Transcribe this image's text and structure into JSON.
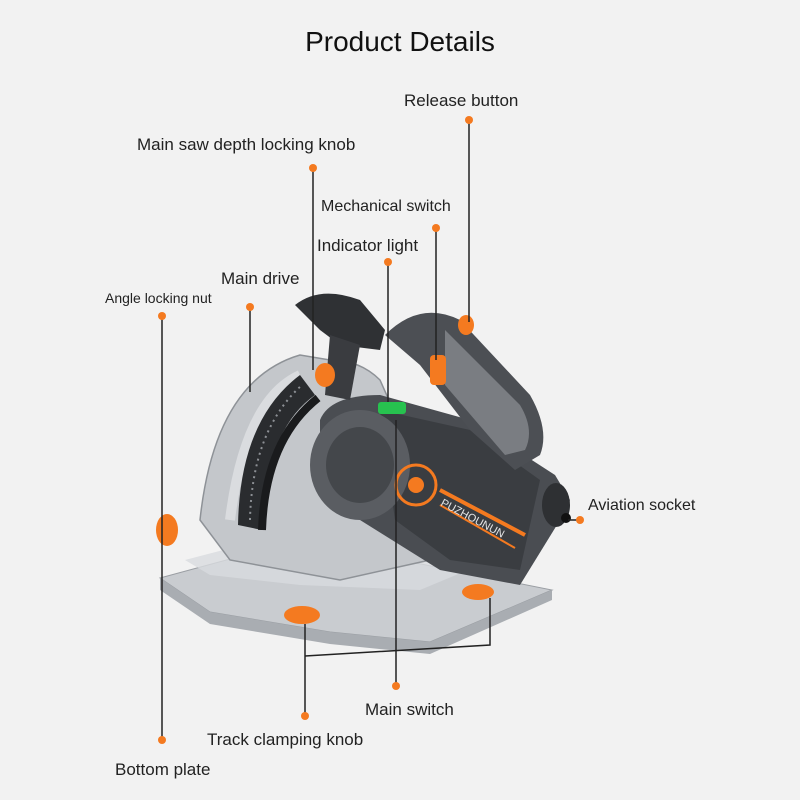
{
  "title": "Product Details",
  "brand": "PUZHOUNUN",
  "accent_color": "#f47a20",
  "callouts": {
    "release_button": "Release button",
    "main_saw_depth_locking_knob": "Main saw depth locking knob",
    "mechanical_switch": "Mechanical switch",
    "indicator_light": "Indicator light",
    "main_drive": "Main drive",
    "angle_locking_nut": "Angle locking nut",
    "aviation_socket": "Aviation socket",
    "main_switch": "Main switch",
    "track_clamping_knob": "Track clamping knob",
    "bottom_plate": "Bottom plate"
  }
}
